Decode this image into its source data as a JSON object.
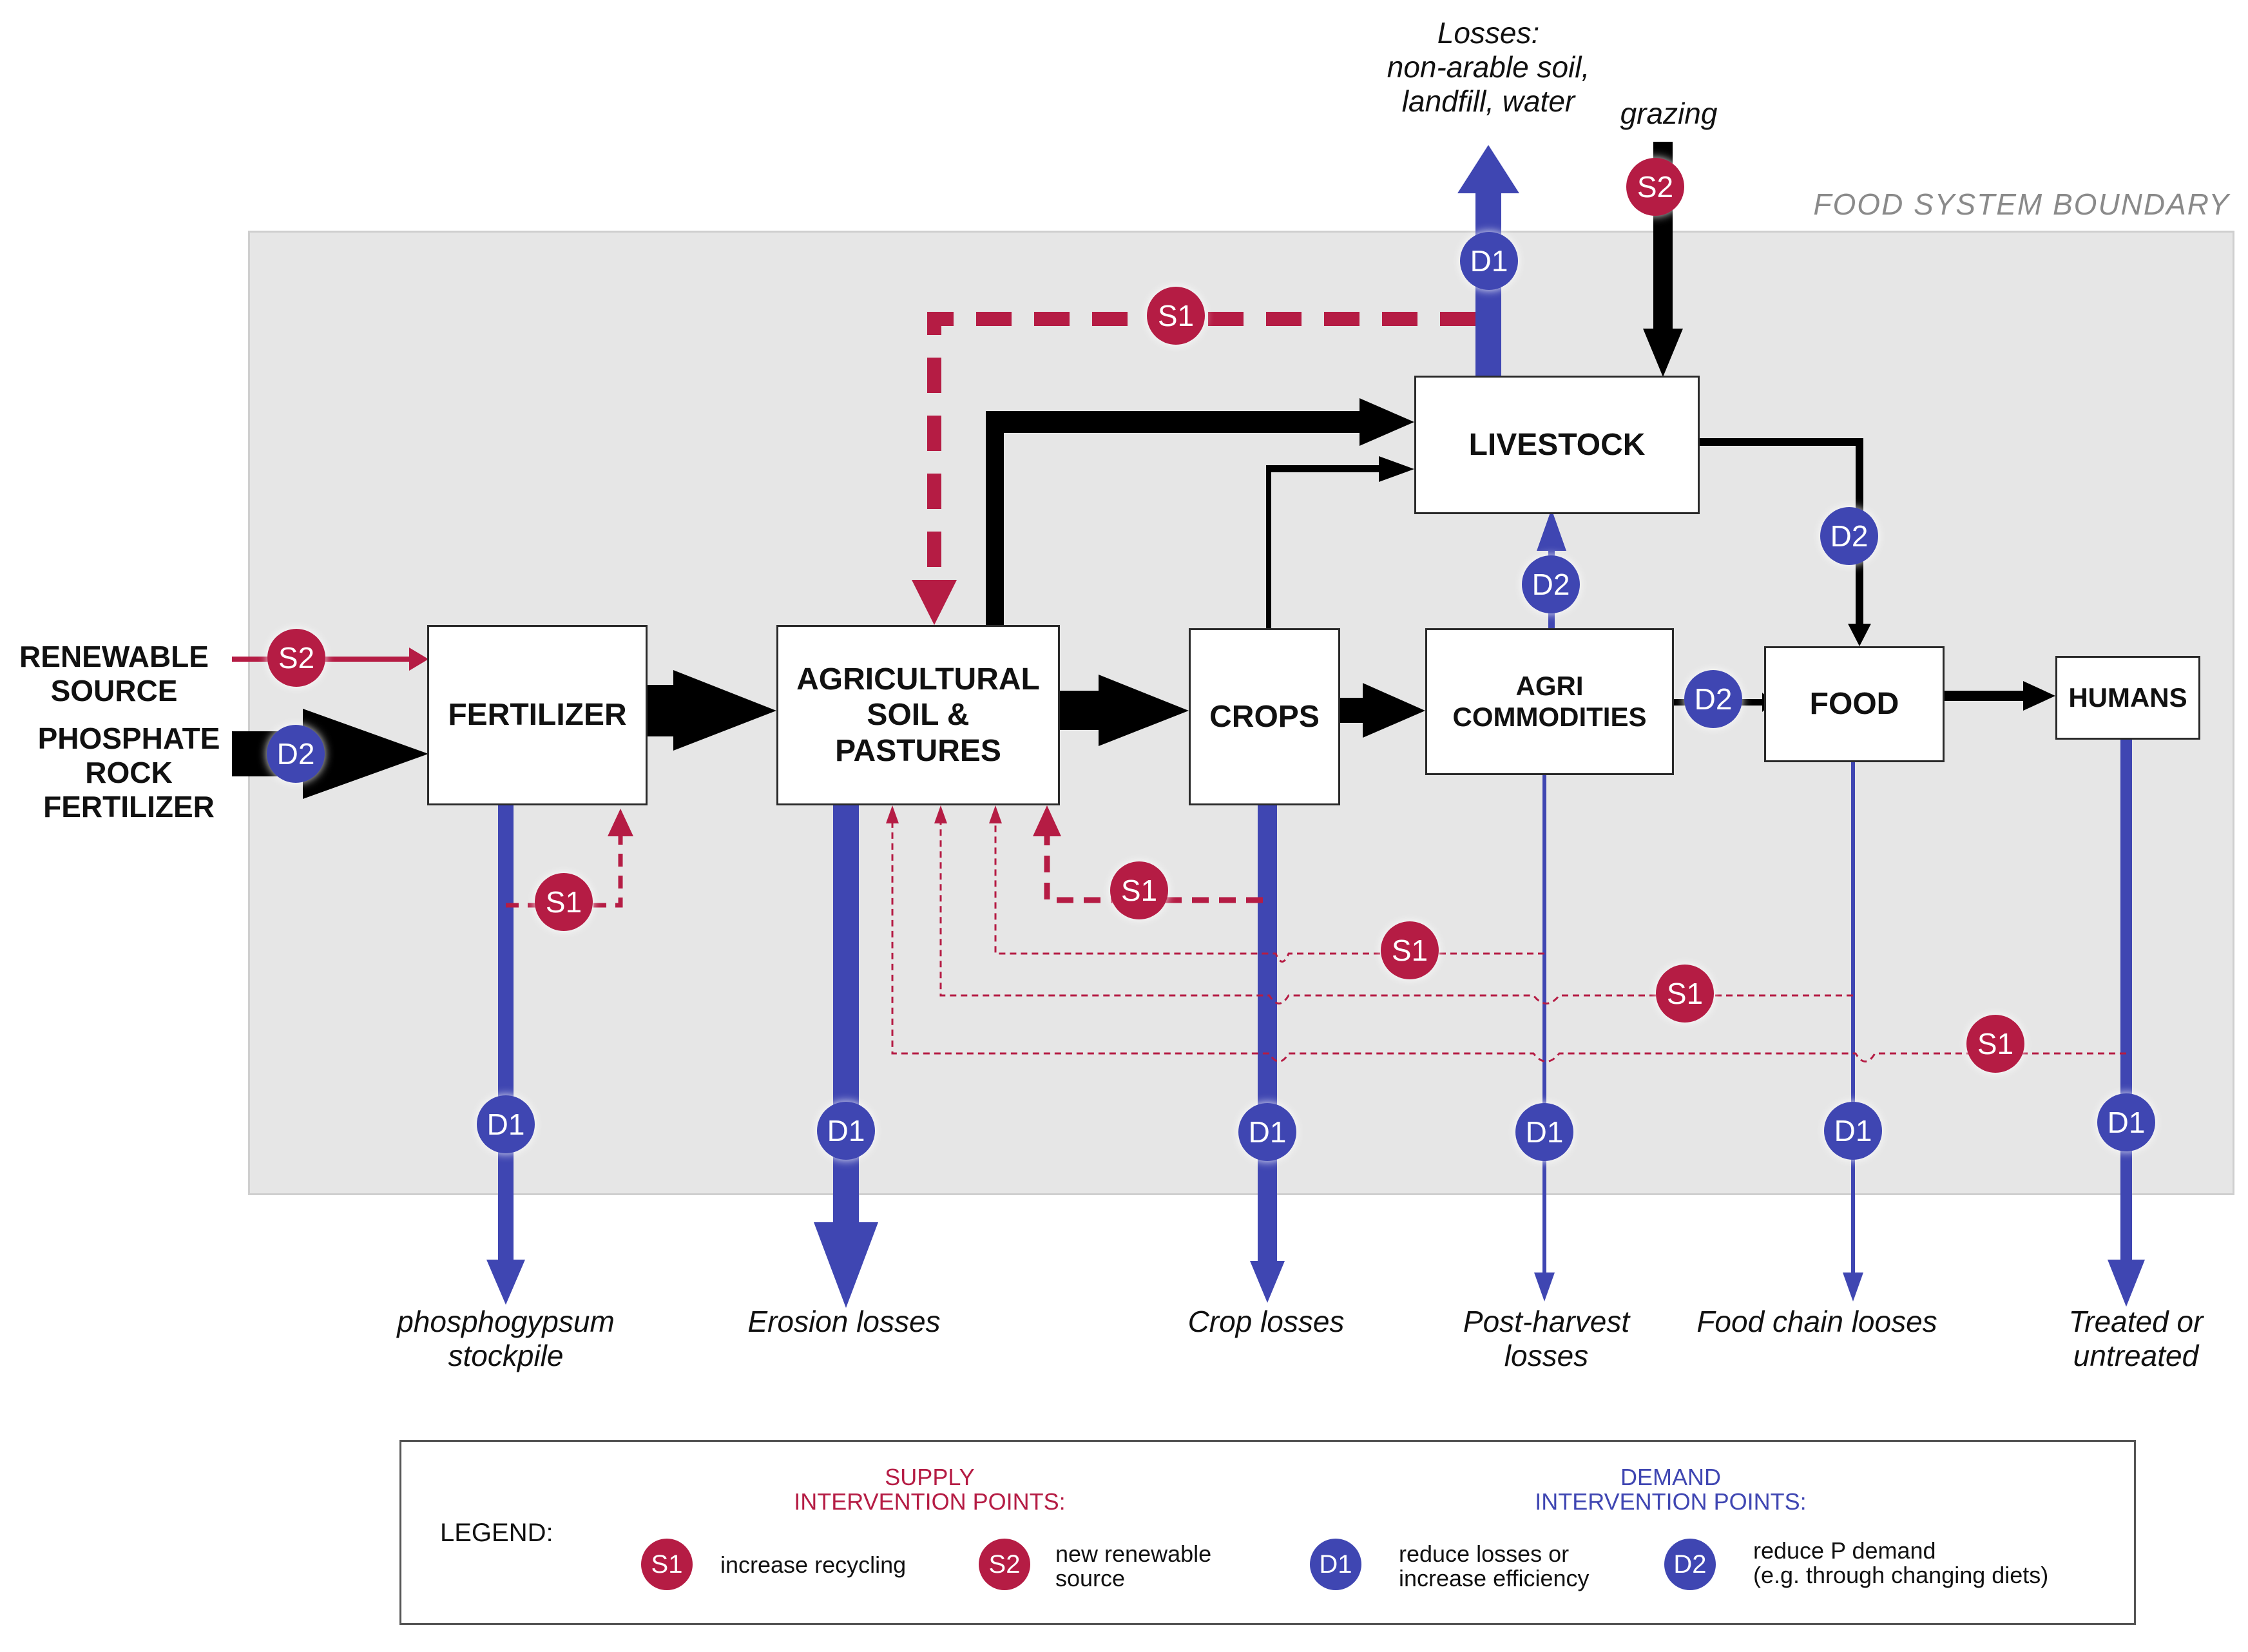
{
  "boundary_label": "FOOD SYSTEM BOUNDARY",
  "boxes": {
    "fertilizer": "FERTILIZER",
    "soil": "AGRICULTURAL\nSOIL &\nPASTURES",
    "crops": "CROPS",
    "agri": "AGRI\nCOMMODITIES",
    "livestock": "LIVESTOCK",
    "food": "FOOD",
    "humans": "HUMANS"
  },
  "sources": {
    "renewable": "RENEWABLE\nSOURCE",
    "phosphate": "PHOSPHATE\nROCK\nFERTILIZER"
  },
  "top_labels": {
    "losses": "Losses:\nnon-arable soil,\nlandfill, water",
    "grazing": "grazing"
  },
  "outputs": {
    "phosphogypsum": "phosphogypsum\nstockpile",
    "erosion": "Erosion losses",
    "crop": "Crop losses",
    "postharvest": "Post-harvest\nlosses",
    "foodchain": "Food chain looses",
    "treated": "Treated or\nuntreated"
  },
  "badges": {
    "s1": "S1",
    "s2": "S2",
    "d1": "D1",
    "d2": "D2"
  },
  "legend": {
    "title": "LEGEND:",
    "supply_heading": "SUPPLY\nINTERVENTION POINTS:",
    "demand_heading": "DEMAND\nINTERVENTION POINTS:",
    "s1_desc": "increase recycling",
    "s2_desc": "new renewable\nsource",
    "d1_desc": "reduce losses or\nincrease efficiency",
    "d2_desc": "reduce P demand\n(e.g. through changing diets)"
  },
  "colors": {
    "supply": "#b51c44",
    "demand": "#3f46b2",
    "flow": "#000000",
    "boundary": "#e6e6e6"
  }
}
